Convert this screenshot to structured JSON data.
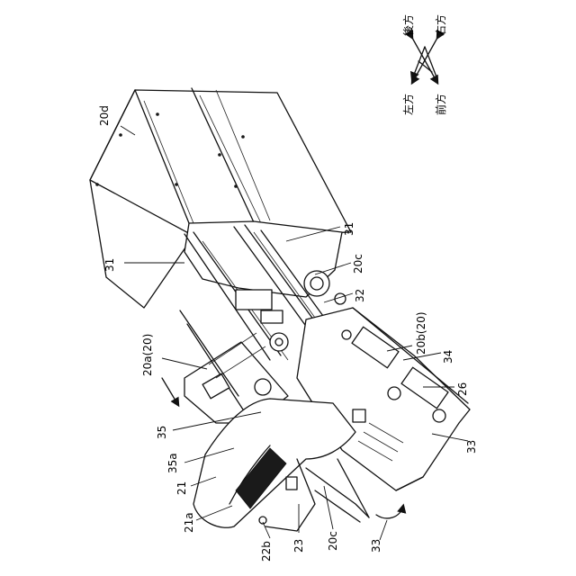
{
  "labels": {
    "l20d": "20d",
    "l31a": "31",
    "l31b": "31",
    "l20c_top": "20c",
    "l32": "32",
    "l20b": "20b(20)",
    "l34": "34",
    "l26": "26",
    "l33a": "33",
    "l33b": "33",
    "l20a": "20a(20)",
    "l35": "35",
    "l35a": "35a",
    "l21": "21",
    "l21a": "21a",
    "l22b": "22b",
    "l23": "23",
    "l20c_bottom": "20c"
  },
  "legend": {
    "rear": "後方",
    "right": "右方",
    "left": "左方",
    "front": "前方"
  }
}
